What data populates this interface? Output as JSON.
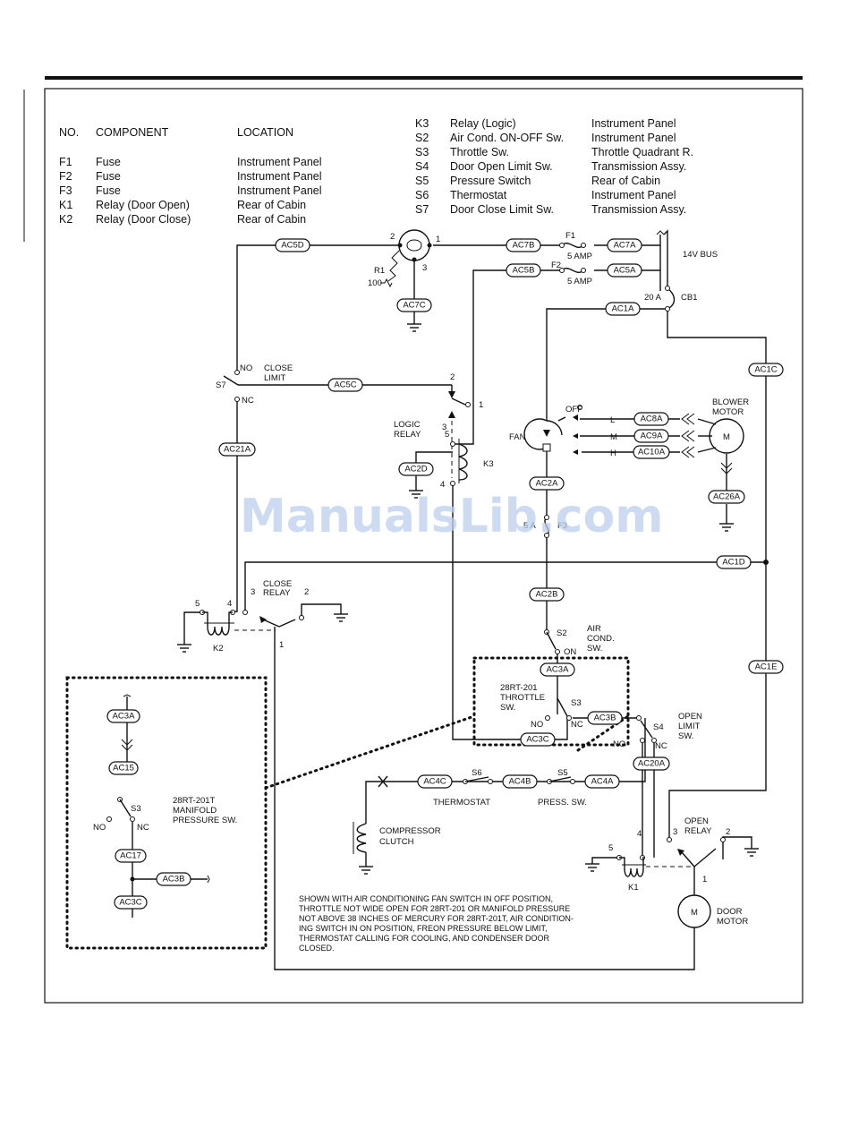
{
  "legend": {
    "headers": {
      "no": "NO.",
      "component": "COMPONENT",
      "location": "LOCATION"
    },
    "left_rows": [
      {
        "no": "F1",
        "component": "Fuse",
        "location": "Instrument Panel"
      },
      {
        "no": "F2",
        "component": "Fuse",
        "location": "Instrument Panel"
      },
      {
        "no": "F3",
        "component": "Fuse",
        "location": "Instrument Panel"
      },
      {
        "no": "K1",
        "component": "Relay (Door Open)",
        "location": "Rear of Cabin"
      },
      {
        "no": "K2",
        "component": "Relay (Door Close)",
        "location": "Rear of Cabin"
      }
    ],
    "right_rows": [
      {
        "no": "K3",
        "component": "Relay (Logic)",
        "location": "Instrument Panel"
      },
      {
        "no": "S2",
        "component": "Air Cond. ON-OFF Sw.",
        "location": "Instrument Panel"
      },
      {
        "no": "S3",
        "component": "Throttle Sw.",
        "location": "Throttle Quadrant R."
      },
      {
        "no": "S4",
        "component": "Door Open Limit Sw.",
        "location": "Transmission Assy."
      },
      {
        "no": "S5",
        "component": "Pressure Switch",
        "location": "Rear of Cabin"
      },
      {
        "no": "S6",
        "component": "Thermostat",
        "location": "Instrument Panel"
      },
      {
        "no": "S7",
        "component": "Door Close Limit Sw.",
        "location": "Transmission Assy."
      }
    ]
  },
  "wires": {
    "ac5d": "AC5D",
    "ac7b": "AC7B",
    "ac7a": "AC7A",
    "ac5b": "AC5B",
    "ac5a": "AC5A",
    "ac7c": "AC7C",
    "ac1a": "AC1A",
    "ac1c": "AC1C",
    "ac5c": "AC5C",
    "ac2d": "AC2D",
    "ac21a": "AC21A",
    "ac8a": "AC8A",
    "ac9a": "AC9A",
    "ac10a": "AC10A",
    "ac26a": "AC26A",
    "ac2a": "AC2A",
    "ac1d": "AC1D",
    "ac2b": "AC2B",
    "ac1e": "AC1E",
    "ac3a": "AC3A",
    "ac3b": "AC3B",
    "ac3c": "AC3C",
    "ac20a": "AC20A",
    "ac4c": "AC4C",
    "ac4b": "AC4B",
    "ac4a": "AC4A",
    "inset_ac3a": "AC3A",
    "inset_ac15": "AC15",
    "inset_ac17": "AC17",
    "inset_ac3b": "AC3B",
    "inset_ac3c": "AC3C"
  },
  "labels": {
    "bus": "14V BUS",
    "f1": "F1",
    "f1_amp": "5 AMP",
    "f2": "F2",
    "f2_amp": "5 AMP",
    "cb1_amp": "20 A",
    "cb1": "CB1",
    "r1": "R1",
    "r1_val": "100",
    "p2": "2",
    "p1": "1",
    "p3": "3",
    "close_limit": [
      "CLOSE",
      "LIMIT"
    ],
    "s7": "S7",
    "no": "NO",
    "nc": "NC",
    "k3_2": "2",
    "k3_1": "1",
    "k3_3": "3",
    "k3_5": "5",
    "k3_4": "4",
    "k3": "K3",
    "logic_relay": [
      "LOGIC",
      "RELAY"
    ],
    "fan": "FAN",
    "off": "OFF",
    "l": "L",
    "m": "M",
    "h": "H",
    "blower_motor": [
      "BLOWER",
      "MOTOR"
    ],
    "motor_m": "M",
    "f3_amp": "5 A",
    "f3": "F3",
    "close_relay": [
      "CLOSE",
      "RELAY"
    ],
    "k2_5": "5",
    "k2_4": "4",
    "k2_3": "3",
    "k2_2": "2",
    "k2_1": "1",
    "k2": "K2",
    "s2": "S2",
    "air_cond_sw": [
      "AIR",
      "COND.",
      "SW."
    ],
    "on": "ON",
    "throttle_sw": [
      "28RT-201",
      "THROTTLE",
      "SW."
    ],
    "s3": "S3",
    "s3_no": "NO",
    "s3_nc": "NC",
    "s4": "S4",
    "s4_no": "NO",
    "s4_nc": "NC",
    "open_limit_sw": [
      "OPEN",
      "LIMIT",
      "SW."
    ],
    "s6": "S6",
    "s5": "S5",
    "thermostat": "THERMOSTAT",
    "press_sw": "PRESS. SW.",
    "compressor_clutch": [
      "COMPRESSOR",
      "CLUTCH"
    ],
    "open_relay": [
      "OPEN",
      "RELAY"
    ],
    "k1_5": "5",
    "k1_4": "4",
    "k1_3": "3",
    "k1_2": "2",
    "k1_1": "1",
    "k1": "K1",
    "door_motor": [
      "DOOR",
      "MOTOR"
    ],
    "inset_s3": "S3",
    "inset_no": "NO",
    "inset_nc": "NC",
    "inset_title": [
      "28RT-201T",
      "MANIFOLD",
      "PRESSURE SW."
    ]
  },
  "note": [
    "SHOWN WITH AIR CONDITIONING FAN SWITCH IN OFF POSITION,",
    "THROTTLE NOT WIDE OPEN FOR 28RT-201 OR MANIFOLD PRESSURE",
    "NOT ABOVE 38 INCHES OF MERCURY FOR 28RT-201T, AIR CONDITION-",
    "ING SWITCH IN ON POSITION, FREON PRESSURE BELOW LIMIT,",
    "THERMOSTAT CALLING FOR COOLING, AND CONDENSER DOOR",
    "CLOSED."
  ],
  "watermark": "ManualsLib.com"
}
